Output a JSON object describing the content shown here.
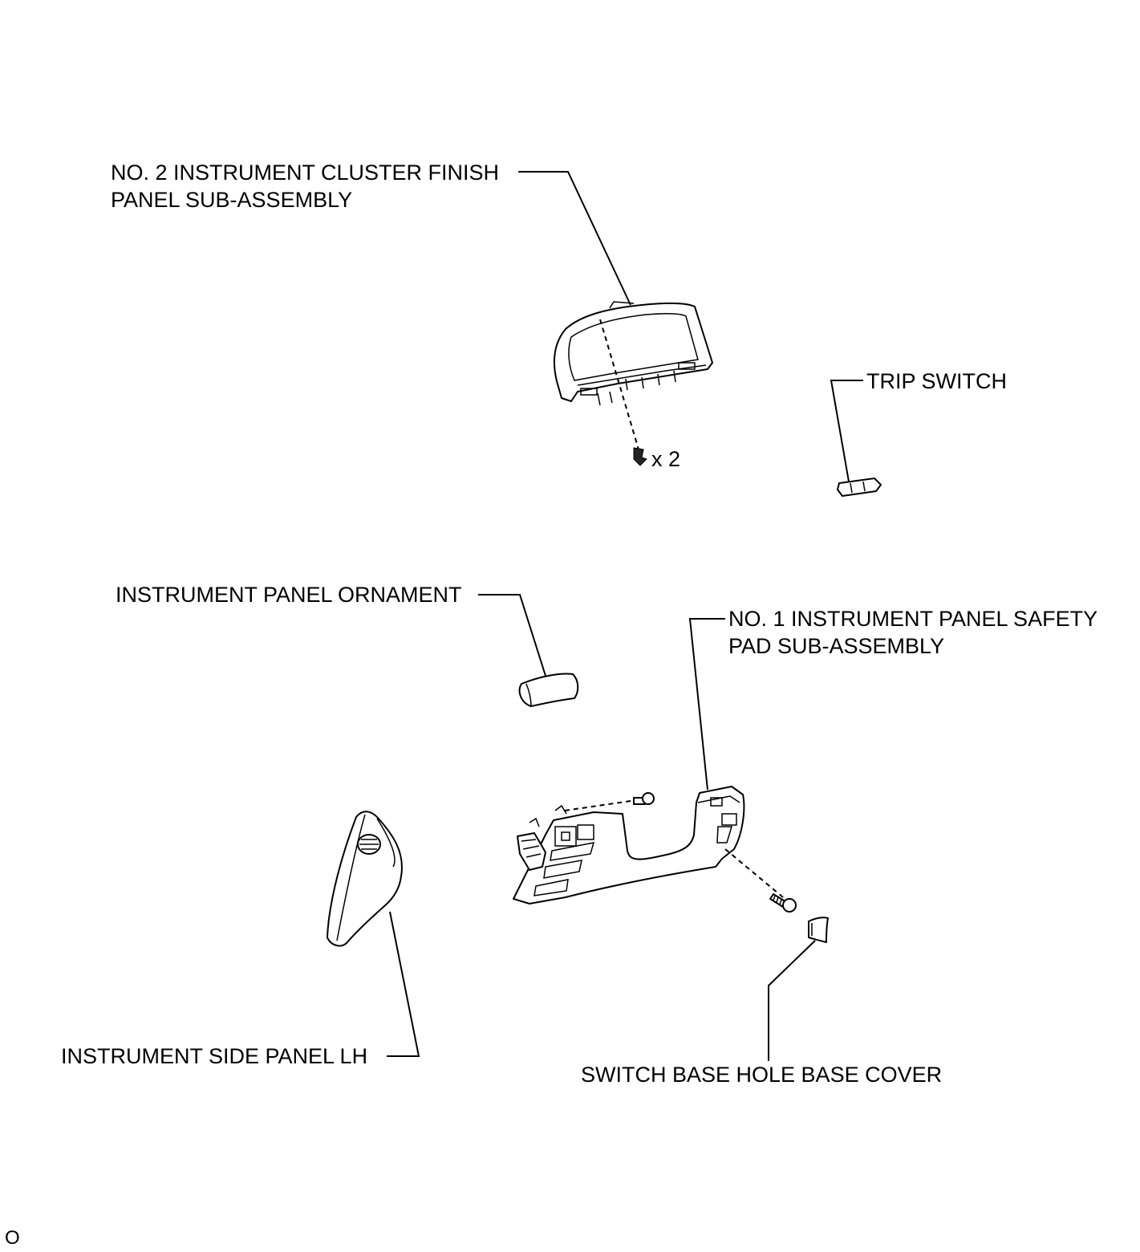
{
  "labels": {
    "cluster_finish_panel": [
      "NO. 2 INSTRUMENT CLUSTER FINISH",
      "PANEL SUB-ASSEMBLY"
    ],
    "clip_qty": "x 2",
    "trip_switch": "TRIP SWITCH",
    "panel_ornament": "INSTRUMENT PANEL ORNAMENT",
    "safety_pad": [
      "NO. 1 INSTRUMENT PANEL SAFETY",
      "PAD SUB-ASSEMBLY"
    ],
    "side_panel_lh": "INSTRUMENT SIDE PANEL LH",
    "switch_base_cover": "SWITCH BASE HOLE BASE COVER",
    "corner_mark": "O"
  },
  "icons": [
    "clip-icon",
    "screw-icon",
    "bolt-icon",
    "vent-grille-icon"
  ]
}
